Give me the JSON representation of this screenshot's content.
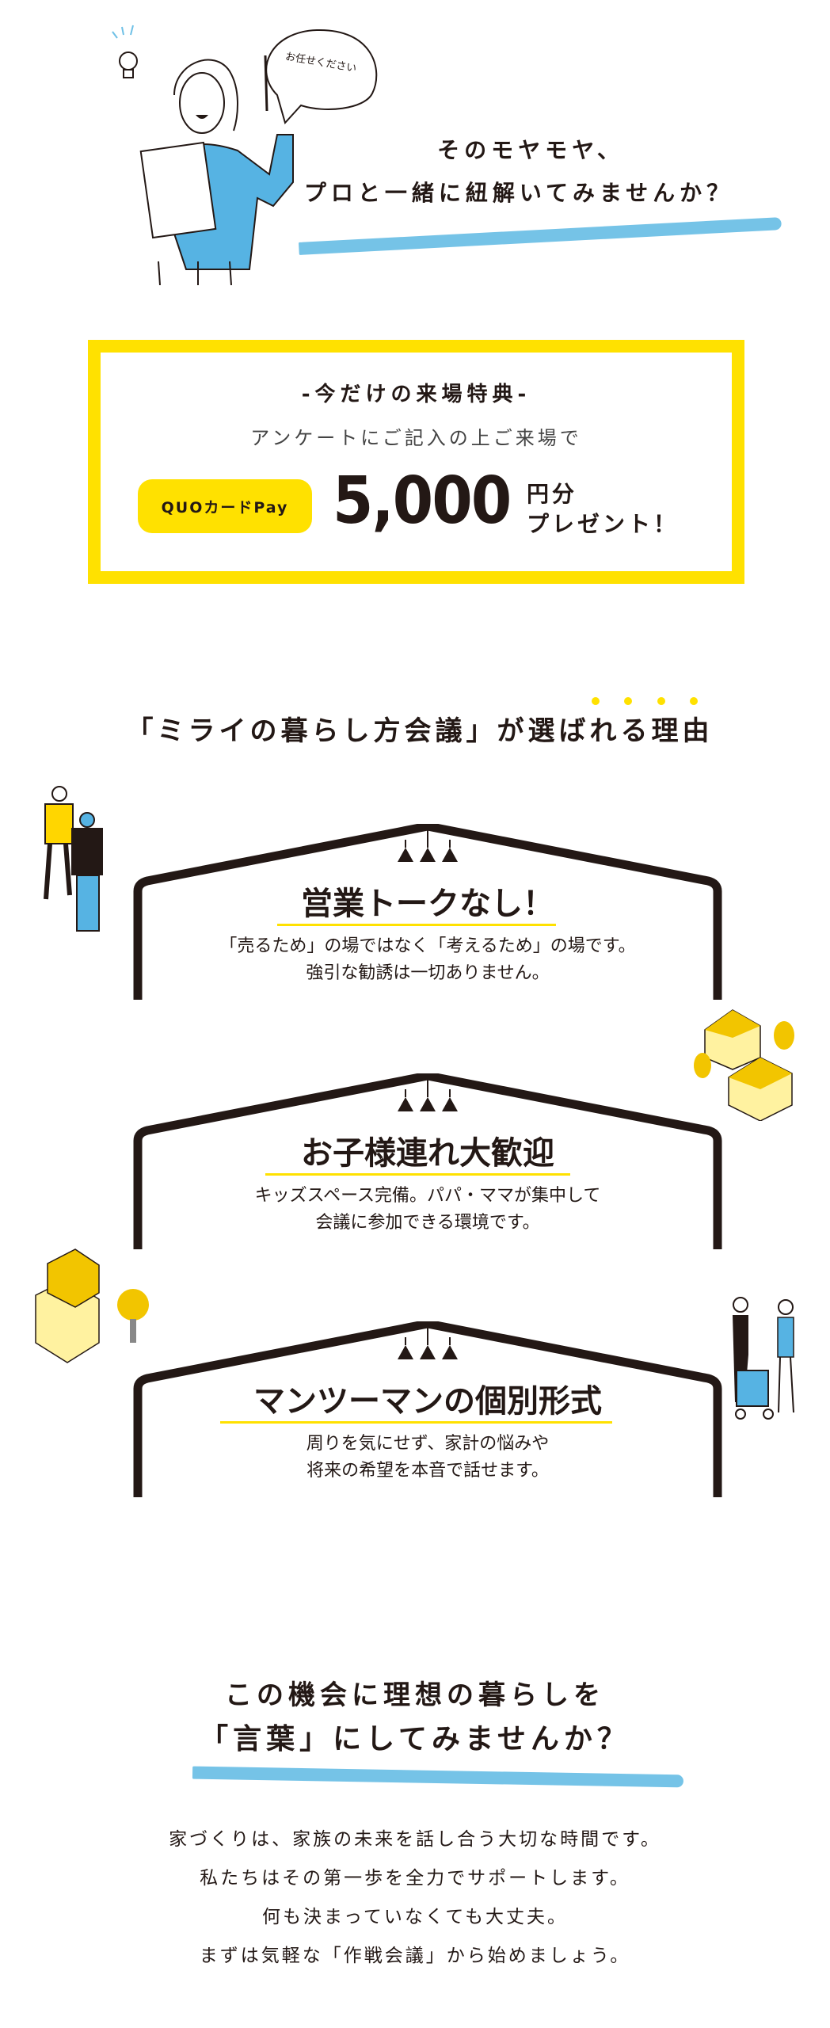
{
  "hero": {
    "bubble": "お任せください",
    "line1": "そのモヤモヤ、",
    "line2": "プロと一緒に紐解いてみませんか？"
  },
  "offer": {
    "title": "-今だけの来場特典-",
    "subtitle": "アンケートにご記入の上ご来場で",
    "badge": "QUOカードPay",
    "amount": "5,000",
    "unit": "円分",
    "present": "プレゼント！"
  },
  "reasons": {
    "title": "「ミライの暮らし方会議」が選ばれる理由",
    "items": [
      {
        "title": "営業トークなし！",
        "desc1": "「売るため」の場ではなく「考えるため」の場です。",
        "desc2": "強引な勧誘は一切ありません。"
      },
      {
        "title": "お子様連れ大歓迎",
        "desc1": "キッズスペース完備。パパ・ママが集中して",
        "desc2": "会議に参加できる環境です。"
      },
      {
        "title": "マンツーマンの個別形式",
        "desc1": "周りを気にせず、家計の悩みや",
        "desc2": "将来の希望を本音で話せます。"
      }
    ]
  },
  "closing": {
    "line1": "この機会に理想の暮らしを",
    "line2": "「言葉」にしてみませんか？",
    "paragraphs": [
      "家づくりは、家族の未来を話し合う大切な時間です。",
      "私たちはその第一歩を全力でサポートします。",
      "何も決まっていなくても大丈夫。",
      "まずは気軽な「作戦会議」から始めましょう。"
    ]
  },
  "colors": {
    "yellow": "#ffe100",
    "blue": "#6ec0e6",
    "text": "#231815"
  }
}
